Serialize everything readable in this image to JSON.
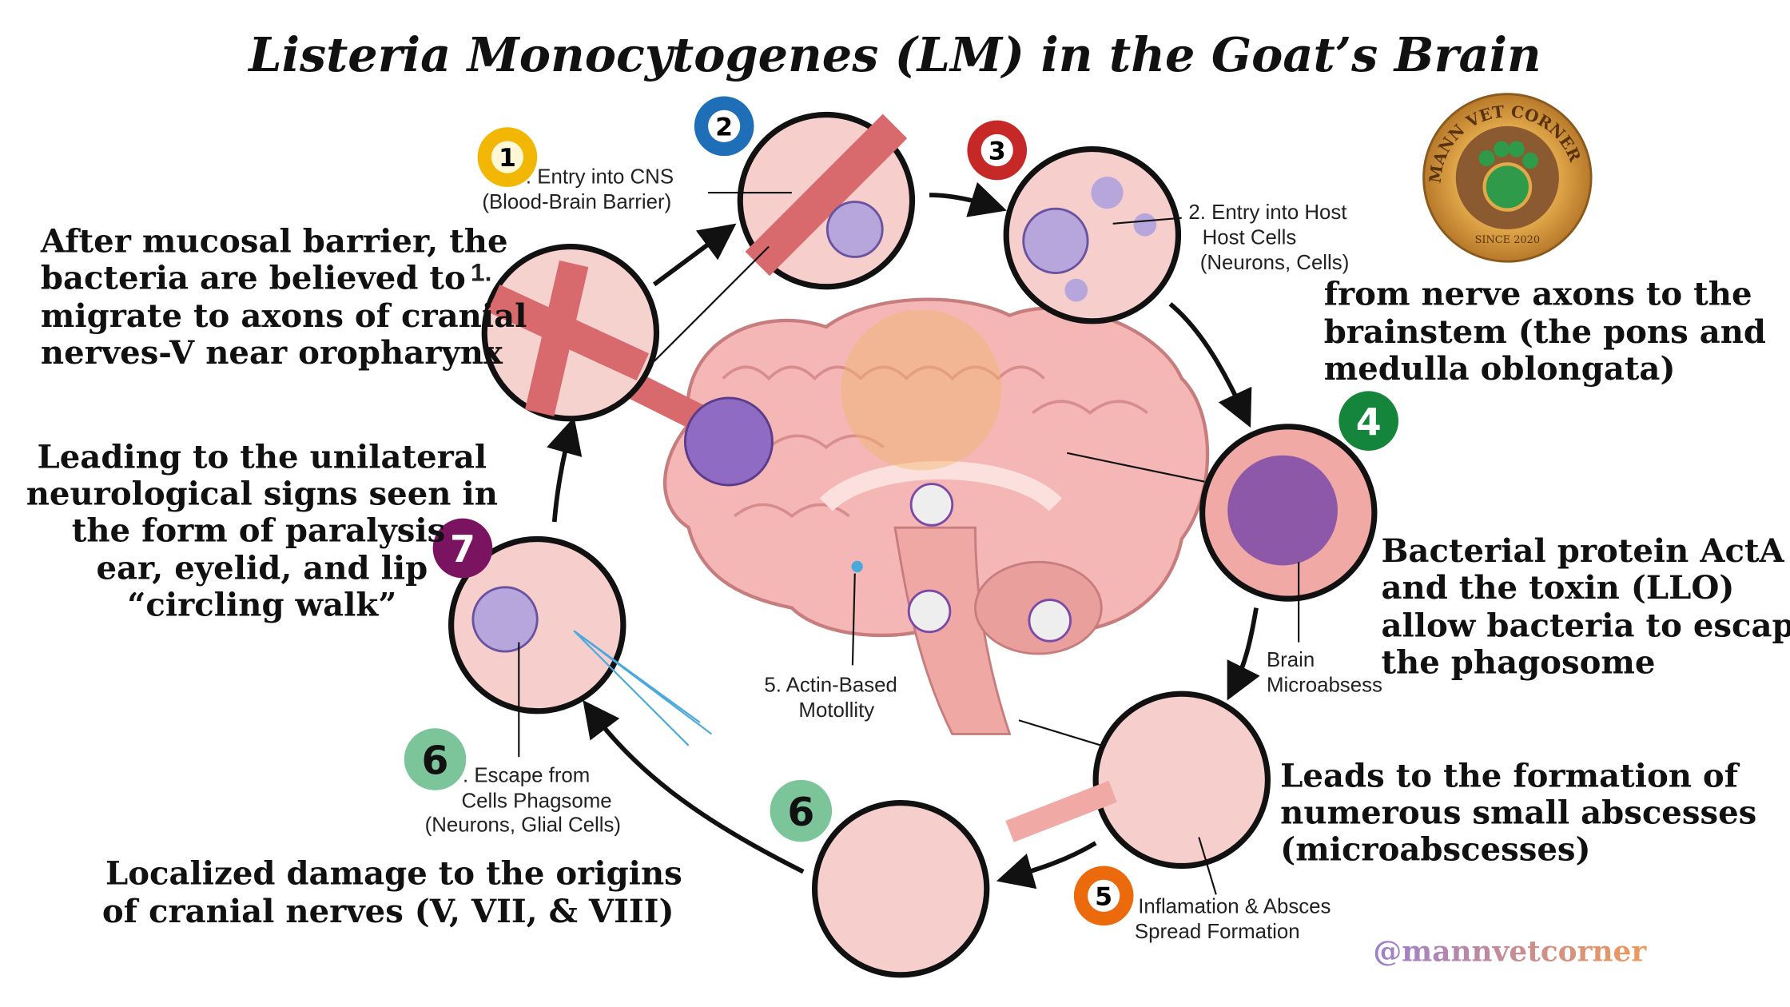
{
  "title": "Listeria Monocytogenes (LM) in the Goat’s Brain",
  "logo": {
    "top_text": "MANN VET CORNER",
    "bottom_text": "SINCE 2020"
  },
  "handle": "@mannvetcorner",
  "colors": {
    "tissue": "#f1a9a5",
    "vessel": "#d86a6e",
    "bacteria": "#7b4aa8",
    "cell": "#b7a6dc",
    "brain": "#f4b7b5"
  },
  "badges": [
    {
      "num": "1",
      "color": "#f2b705"
    },
    {
      "num": "2",
      "color": "#1f6fb8"
    },
    {
      "num": "3",
      "color": "#c62828"
    },
    {
      "num": "4",
      "color": "#14853b"
    },
    {
      "num": "5",
      "color": "#ea6a0c"
    },
    {
      "num": "6",
      "color": "#7cc49a"
    },
    {
      "num": "6",
      "color": "#7cc49a"
    },
    {
      "num": "7",
      "color": "#7a1360"
    }
  ],
  "labels": {
    "step1_num": "1.",
    "entry_cns": [
      ". Entry into CNS",
      "(Blood-Brain Barrier)"
    ],
    "entry_host": [
      "2. Entry into Host",
      "Host Cells",
      "(Neurons, Cells)"
    ],
    "brain_microabscess": [
      "Brain",
      "Microabsess"
    ],
    "actin": [
      "5. Actin-Based",
      "Motollity"
    ],
    "escape": [
      ". Escape from",
      "Cells Phagsome",
      "(Neurons, Glial Cells)"
    ],
    "inflammation": [
      "Inflamation & Absces",
      "Spread Formation"
    ]
  },
  "notes": {
    "left_top": [
      "After mucosal barrier, the",
      "bacteria are believed to",
      "migrate to axons of cranial",
      "nerves-V near oropharynx"
    ],
    "left_mid": [
      "Leading to the unilateral",
      "neurological signs seen in",
      "the form of paralysis",
      "ear, eyelid, and lip",
      "“circling walk”"
    ],
    "left_bottom": [
      "Localized damage to the origins",
      "of cranial nerves (V, VII, & VIII)"
    ],
    "right_top": [
      "from nerve axons to the",
      "brainstem (the pons and",
      "medulla oblongata)"
    ],
    "right_mid": [
      "Bacterial protein ActA",
      "and the toxin (LLO)",
      "allow bacteria to escape",
      "the phagosome"
    ],
    "right_bottom": [
      "Leads to the formation of",
      "numerous small abscesses",
      "(microabscesses)"
    ]
  }
}
